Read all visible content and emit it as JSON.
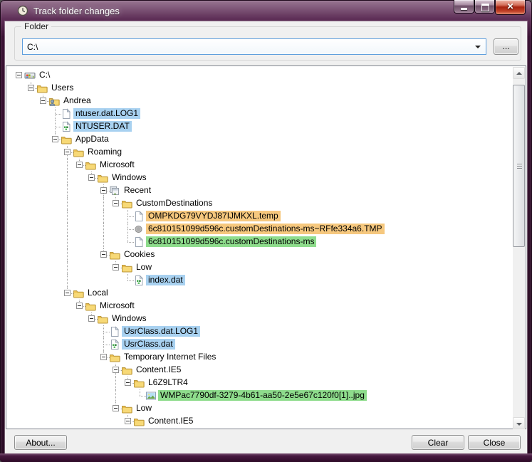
{
  "window": {
    "title": "Track folder changes",
    "app_icon": "clock"
  },
  "folder_group": {
    "label": "Folder",
    "combo_value": "C:\\",
    "browse_label": "..."
  },
  "tree": {
    "rows": [
      {
        "level": 0,
        "label": "C:\\",
        "icon": "drive",
        "expand": true,
        "hl": null
      },
      {
        "level": 1,
        "label": "Users",
        "icon": "folder",
        "expand": true,
        "hl": null
      },
      {
        "level": 2,
        "label": "Andrea",
        "icon": "user-folder",
        "expand": true,
        "hl": null
      },
      {
        "level": 3,
        "label": "ntuser.dat.LOG1",
        "icon": "file",
        "expand": false,
        "hl": "blue"
      },
      {
        "level": 3,
        "label": "NTUSER.DAT",
        "icon": "registry-file",
        "expand": false,
        "hl": "blue"
      },
      {
        "level": 3,
        "label": "AppData",
        "icon": "folder",
        "expand": true,
        "hl": null
      },
      {
        "level": 4,
        "label": "Roaming",
        "icon": "folder",
        "expand": true,
        "hl": null
      },
      {
        "level": 5,
        "label": "Microsoft",
        "icon": "folder",
        "expand": true,
        "hl": null
      },
      {
        "level": 6,
        "label": "Windows",
        "icon": "folder",
        "expand": true,
        "hl": null
      },
      {
        "level": 7,
        "label": "Recent",
        "icon": "recent",
        "expand": true,
        "hl": null
      },
      {
        "level": 8,
        "label": "CustomDestinations",
        "icon": "folder",
        "expand": true,
        "hl": null
      },
      {
        "level": 9,
        "label": "OMPKDG79VYDJ87IJMKXL.temp",
        "icon": "file",
        "expand": false,
        "hl": "orange"
      },
      {
        "level": 9,
        "label": "6c810151099d596c.customDestinations-ms~RFfe334a6.TMP",
        "icon": "tmp-circle-file",
        "expand": false,
        "hl": "orange"
      },
      {
        "level": 9,
        "label": "6c810151099d596c.customDestinations-ms",
        "icon": "file",
        "expand": false,
        "hl": "green"
      },
      {
        "level": 7,
        "label": "Cookies",
        "icon": "folder",
        "expand": true,
        "hl": null
      },
      {
        "level": 8,
        "label": "Low",
        "icon": "folder",
        "expand": true,
        "hl": null
      },
      {
        "level": 9,
        "label": "index.dat",
        "icon": "registry-file",
        "expand": false,
        "hl": "blue"
      },
      {
        "level": 4,
        "label": "Local",
        "icon": "folder",
        "expand": true,
        "hl": null
      },
      {
        "level": 5,
        "label": "Microsoft",
        "icon": "folder",
        "expand": true,
        "hl": null
      },
      {
        "level": 6,
        "label": "Windows",
        "icon": "folder",
        "expand": true,
        "hl": null
      },
      {
        "level": 7,
        "label": "UsrClass.dat.LOG1",
        "icon": "file",
        "expand": false,
        "hl": "blue"
      },
      {
        "level": 7,
        "label": "UsrClass.dat",
        "icon": "registry-file",
        "expand": false,
        "hl": "blue"
      },
      {
        "level": 7,
        "label": "Temporary Internet Files",
        "icon": "folder",
        "expand": true,
        "hl": null
      },
      {
        "level": 8,
        "label": "Content.IE5",
        "icon": "folder",
        "expand": true,
        "hl": null
      },
      {
        "level": 9,
        "label": "L6Z9LTR4",
        "icon": "folder",
        "expand": true,
        "hl": null
      },
      {
        "level": 10,
        "label": "WMPac7790df-3279-4b61-aa50-2e5e67c120f0[1]..jpg",
        "icon": "image-file",
        "expand": false,
        "hl": "green"
      },
      {
        "level": 8,
        "label": "Low",
        "icon": "folder",
        "expand": true,
        "hl": null
      },
      {
        "level": 9,
        "label": "Content.IE5",
        "icon": "folder",
        "expand": true,
        "hl": null
      }
    ]
  },
  "footer": {
    "about_label": "About...",
    "clear_label": "Clear",
    "close_label": "Close"
  },
  "colors": {
    "frame_purple": "#3a1234",
    "highlight_blue": "#a8d1f0",
    "highlight_orange": "#f6c87e",
    "highlight_green": "#8edc8c",
    "close_button_red": "#a72310"
  }
}
